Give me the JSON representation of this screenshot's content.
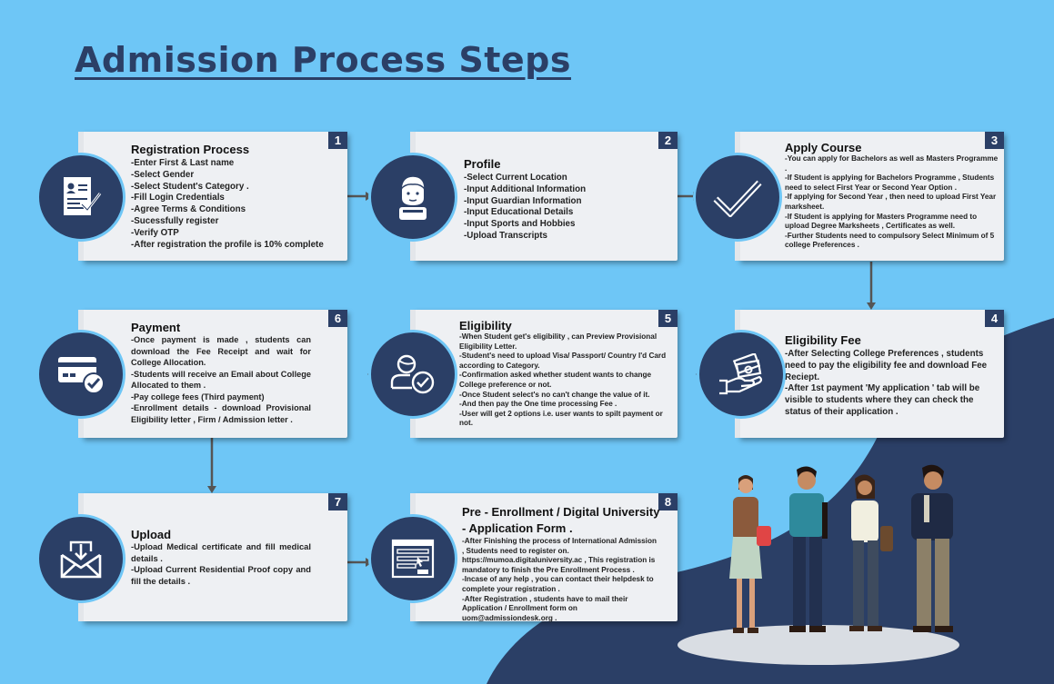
{
  "title": "Admission Process Steps",
  "colors": {
    "background": "#6ec6f6",
    "navy": "#2b3f66",
    "card": "#eef0f3"
  },
  "steps": [
    {
      "num": "1",
      "icon": "registration-form-icon",
      "title": "Registration Process",
      "lines": [
        "-Enter First & Last name",
        "-Select Gender",
        "-Select Student's Category .",
        "-Fill Login Credentials",
        "-Agree Terms & Conditions",
        "-Sucessfully register",
        "-Verify OTP",
        "-After registration the profile is 10% complete"
      ]
    },
    {
      "num": "2",
      "icon": "user-profile-icon",
      "title": "Profile",
      "lines": [
        "-Select Current Location",
        "-Input Additional Information",
        "-Input Guardian Information",
        "-Input Educational Details",
        "-Input Sports and Hobbies",
        "-Upload Transcripts"
      ]
    },
    {
      "num": "3",
      "icon": "checkmark-icon",
      "title": "Apply Course",
      "lines": [
        "-You can apply for Bachelors as well as Masters Programme .",
        "-If Student is applying for Bachelors Programme , Students need to select First Year or Second Year Option .",
        "-If applying for Second Year , then need to upload First Year marksheet.",
        "-If Student is applying for Masters Programme need to upload Degree Marksheets , Certificates as well.",
        "-Further Students need to compulsory Select Minimum of 5 college Preferences ."
      ]
    },
    {
      "num": "4",
      "icon": "cash-hand-icon",
      "title": "Eligibility Fee",
      "lines": [
        "-After Selecting College Preferences , students need to pay the eligibility fee and download Fee Reciept.",
        "-After 1st payment 'My application ' tab will be visible to students where they can check the status of their application ."
      ]
    },
    {
      "num": "5",
      "icon": "user-check-icon",
      "title": "Eligibility",
      "lines": [
        "-When Student get's eligibility , can Preview Provisional Eligibility Letter.",
        "-Student's need to upload Visa/ Passport/ Country I'd Card according to Category.",
        "-Confirmation asked whether student wants to change College preference or not.",
        "-Once Student select's no can't change the value of it.",
        "-And then pay the One time processing Fee .",
        "-User will get 2 options i.e. user wants to spilt payment or not."
      ]
    },
    {
      "num": "6",
      "icon": "credit-card-icon",
      "title": "Payment",
      "lines": [
        "-Once payment is made , students can download the Fee Receipt and wait for College Allocation.",
        "-Students will receive an Email about College Allocated to them .",
        "-Pay college fees (Third payment)",
        "-Enrollment details - download Provisional Eligibility letter , Firm / Admission letter ."
      ]
    },
    {
      "num": "7",
      "icon": "mail-download-icon",
      "title": "Upload",
      "lines": [
        "-Upload Medical certificate and fill medical details .",
        "-Upload Current Residential Proof copy and fill the details ."
      ]
    },
    {
      "num": "8",
      "icon": "web-form-icon",
      "title": "Pre - Enrollment / Digital University - Application Form .",
      "lines": [
        "-After Finishing the process of International Admission , Students need to register on.",
        "https://mumoa.digitaluniversity.ac , This registration is mandatory to finish the Pre Enrollment Process .",
        "-Incase of any help , you can contact their helpdesk to complete your registration .",
        "-After Registration , students have to mail their Application / Enrollment form on uom@admissiondesk.org ."
      ]
    }
  ]
}
